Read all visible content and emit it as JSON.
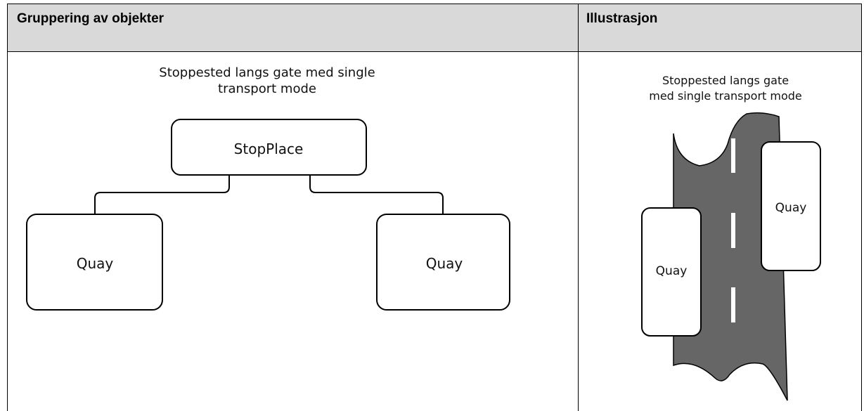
{
  "table": {
    "headers": [
      "Gruppering av objekter",
      "Illustrasjon"
    ]
  },
  "left_diagram": {
    "caption_lines": [
      "Stoppested langs gate med single",
      "transport mode"
    ],
    "stop_place_label": "StopPlace",
    "quay_left_label": "Quay",
    "quay_right_label": "Quay"
  },
  "illustration": {
    "caption_lines": [
      "Stoppested langs gate",
      "med single transport mode"
    ],
    "quay_upper_label": "Quay",
    "quay_lower_label": "Quay",
    "road_color": "#666666",
    "lane_marking_color": "#ffffff"
  }
}
